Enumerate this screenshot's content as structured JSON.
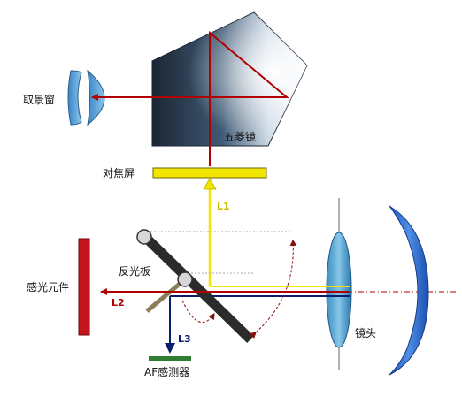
{
  "labels": {
    "viewfinder": "取景窗",
    "pentaprism": "五菱镜",
    "focusing_screen": "对焦屏",
    "reflex_mirror": "反光板",
    "sensor": "感光元件",
    "af_sensor": "AF感测器",
    "lens": "镜头",
    "l1": "L1",
    "l2": "L2",
    "l3": "L3"
  },
  "colors": {
    "red_ray": "#b00000",
    "yellow_ray": "#f2e600",
    "navy_ray": "#0a1e6e",
    "l1_label": "#c9b800",
    "l2_label": "#b00000",
    "l3_label": "#0a1e6e",
    "lens_blue": "#2f6fd0",
    "sensor_red": "#c4141c",
    "af_green": "#2e7d32",
    "mirror_dark": "#2b2b2b"
  },
  "icons": {
    "pivot": "circle-pivot-icon",
    "rotation": "dashed-arc-arrow-icon"
  }
}
